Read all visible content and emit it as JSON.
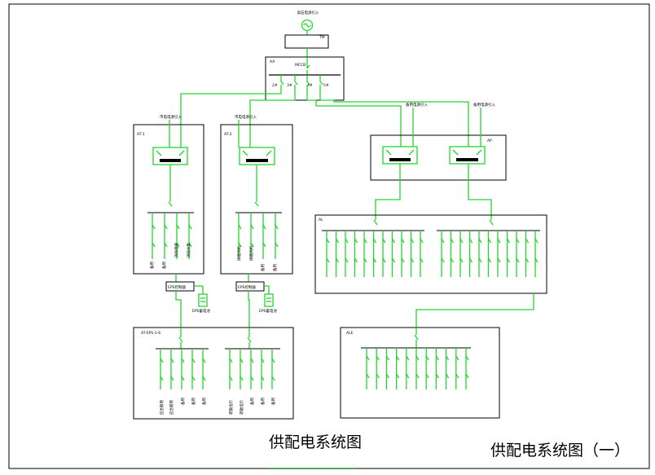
{
  "drawing": {
    "caption_main": "供配电系统图",
    "caption_right": "供配电系统图（一）",
    "source_label": "高压电源引入",
    "transformer_label": "TM",
    "lv_panel": {
      "name": "AA",
      "main_breaker": "MCCB",
      "feeders": [
        "2#",
        "3#",
        "4#",
        "5#"
      ]
    },
    "boxes": [
      {
        "id": "ats-1",
        "name": "AT-1",
        "incomer": "市电电源引入",
        "out_labels": [
          "备用",
          "备用",
          "消防电梯",
          "消防水泵"
        ]
      },
      {
        "id": "ats-2",
        "name": "AT-2",
        "incomer": "市电电源引入",
        "out_labels": [
          "排烟风机",
          "排烟风机",
          "备用",
          "备用"
        ]
      },
      {
        "id": "dual",
        "name": "AP",
        "incomers": [
          "备用电源引入",
          "备用电源引入"
        ]
      },
      {
        "id": "dist-main",
        "name": "AL"
      },
      {
        "id": "eps",
        "name": "AT-EPS-1-6",
        "out_labels_left": [
          "应急照明",
          "应急照明",
          "备用",
          "备用",
          "备用"
        ],
        "out_labels_right": [
          "疏散指示",
          "疏散指示",
          "备用",
          "备用",
          "备用"
        ]
      },
      {
        "id": "dist-sub",
        "name": "ALE"
      }
    ],
    "controllers": [
      {
        "label": "EPS控制器"
      },
      {
        "label": "EPS控制器"
      }
    ],
    "batteries": [
      {
        "label": "EPS蓄电池"
      },
      {
        "label": "EPS蓄电池"
      }
    ]
  }
}
